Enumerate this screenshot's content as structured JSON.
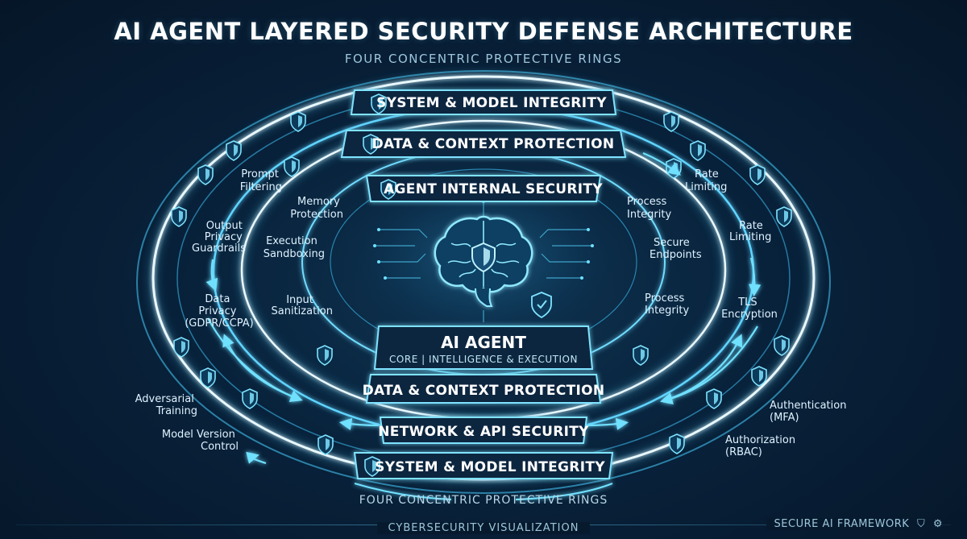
{
  "header": {
    "title": "AI AGENT LAYERED SECURITY DEFENSE ARCHITECTURE",
    "subtitle": "FOUR CONCENTRIC PROTECTIVE RINGS"
  },
  "banners": {
    "top_outer": "SYSTEM & MODEL INTEGRITY",
    "top_data": "DATA & CONTEXT PROTECTION",
    "top_internal": "AGENT INTERNAL SECURITY",
    "bottom_data": "DATA & CONTEXT PROTECTION",
    "bottom_network": "NETWORK & API SECURITY",
    "bottom_outer": "SYSTEM & MODEL INTEGRITY"
  },
  "core": {
    "title": "AI AGENT",
    "subtitle": "CORE | INTELLIGENCE & EXECUTION"
  },
  "labels": {
    "prompt_filtering": [
      "Prompt",
      "Filtering"
    ],
    "output_privacy": [
      "Output",
      "Privacy",
      "Guardrails"
    ],
    "data_privacy": [
      "Data",
      "Privacy",
      "(GDPR/CCPA)"
    ],
    "memory_protection": [
      "Memory",
      "Protection"
    ],
    "execution_sandboxing": [
      "Execution",
      "Sandboxing"
    ],
    "input_sanitization": [
      "Input",
      "Sanitization"
    ],
    "process_integrity_top": [
      "Process",
      "Integrity"
    ],
    "secure_endpoints": [
      "Secure",
      "Endpoints"
    ],
    "process_integrity_bottom": [
      "Process",
      "Integrity"
    ],
    "rate_limiting_1": [
      "Rate",
      "Limiting"
    ],
    "rate_limiting_2": [
      "Rate",
      "Limiting"
    ],
    "tls_encryption": [
      "TLS",
      "Encryption"
    ],
    "adversarial_training": [
      "Adversarial",
      "Training"
    ],
    "model_version_control": [
      "Model Version",
      "Control"
    ],
    "authentication": [
      "Authentication",
      "(MFA)"
    ],
    "authorization": [
      "Authorization",
      "(RBAC)"
    ]
  },
  "bottom_caption": "FOUR CONCENTRIC PROTECTIVE RINGS",
  "footer": {
    "center": "CYBERSECURITY VISUALIZATION",
    "right": "SECURE AI FRAMEWORK"
  },
  "icons": {
    "shield": "shield-icon",
    "gear": "gear-icon",
    "brain": "brain-icon",
    "check_shield": "check-shield-icon"
  },
  "colors": {
    "background": "#08213a",
    "ring_glow": "#4fd3ff",
    "ring_white": "#e8f8ff",
    "banner_fill": "#0c2740",
    "accent": "#3ec6f0"
  }
}
